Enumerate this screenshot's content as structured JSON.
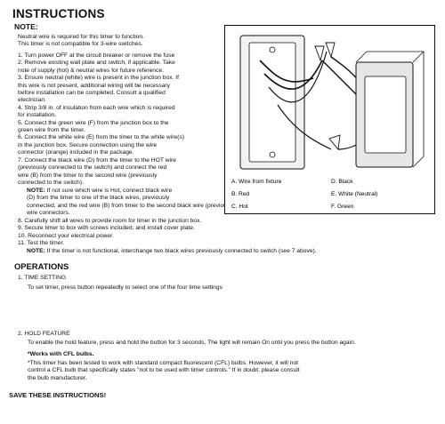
{
  "title": "INSTRUCTIONS",
  "note_heading": "NOTE:",
  "note_lines": [
    "Neutral wire is required for this timer to function.",
    "This timer is not compatible for 3-wire switches."
  ],
  "steps": [
    "1. Turn power OFF at the circuit breaker or remove the fuse",
    "2. Remove existing wall plate and switch, if applicable. Take",
    "    note of supply (hot) & neutral wires for future reference.",
    "3. Ensure neutral (white) wire is present in the junction box. If",
    "    this wire is not present, additional wiring will be necessary",
    "    before installation can be completed. Consult a qualified",
    "    electrician.",
    "4. Strip 3/8 in. of insulation from each wire which is required",
    "    for installation.",
    "5. Connect the green wire (F) from the junction box to the",
    "    green wire from the timer.",
    "6. Connect the white wire (E) from the timer to the white wire(s)",
    "    in the junction box. Secure connection using the wire",
    "    connector (orange) included in the package.",
    "7. Connect the black wire (D) from the timer to the HOT wire",
    "    (previously connected to the switch) and connect the red",
    "    wire (B) from the timer to the second wire (previously",
    "    connected to the switch)."
  ],
  "step7_note_label": "NOTE:",
  "step7_note_lines": [
    " If not sure which wire is Hot, connect black wire",
    "(D) from the timer to one of the black wires, previously",
    "connected, and the red wire (B) from timer to the second black wire (previously connected to the switch). Secure connections with",
    "wire connectors."
  ],
  "steps_after": [
    "8. Carefully shift all wires to provide room for timer in the junction box.",
    "9. Secure timer to box with screws included, and install cover plate.",
    "10. Reconnect your electrical power.",
    "11. Test the timer."
  ],
  "step11_note_label": "NOTE:",
  "step11_note_text": " If the timer is not functional, interchange two black wires previously connected to switch (see 7 above).",
  "operations_heading": "OPERATIONS",
  "time_setting_heading": "1. TIME SETTING",
  "time_setting_text": "To set timer, press button repeatedly to select one of the four time settings",
  "hold_heading": "2. HOLD FEATURE",
  "hold_text": "To enable the hold feature, press and hold the button for 3 seconds. The light will remain On until you press the button again.",
  "cfl_heading": "*Works with CFL bulbs.",
  "cfl_lines": [
    "*This timer has been tested to work with standard compact fluorescent (CFL) bulbs. However, it will not",
    "control a CFL bulb that specifically states \"not to be used with timer controls.\" If in doubt, please consult",
    "the bulb manufacturer."
  ],
  "save_text": "SAVE THESE INSTRUCTIONS!",
  "diagram_labels": {
    "A": "A. Wire from fixture",
    "B": "B. Red",
    "C": "C. Hot",
    "D": "D. Black",
    "E": "E. White (Neutral)",
    "F": "F. Green"
  },
  "diagram_colors": {
    "line": "#111111",
    "box_fill": "#f2f2f2",
    "timer_fill": "#e6e6e6"
  }
}
